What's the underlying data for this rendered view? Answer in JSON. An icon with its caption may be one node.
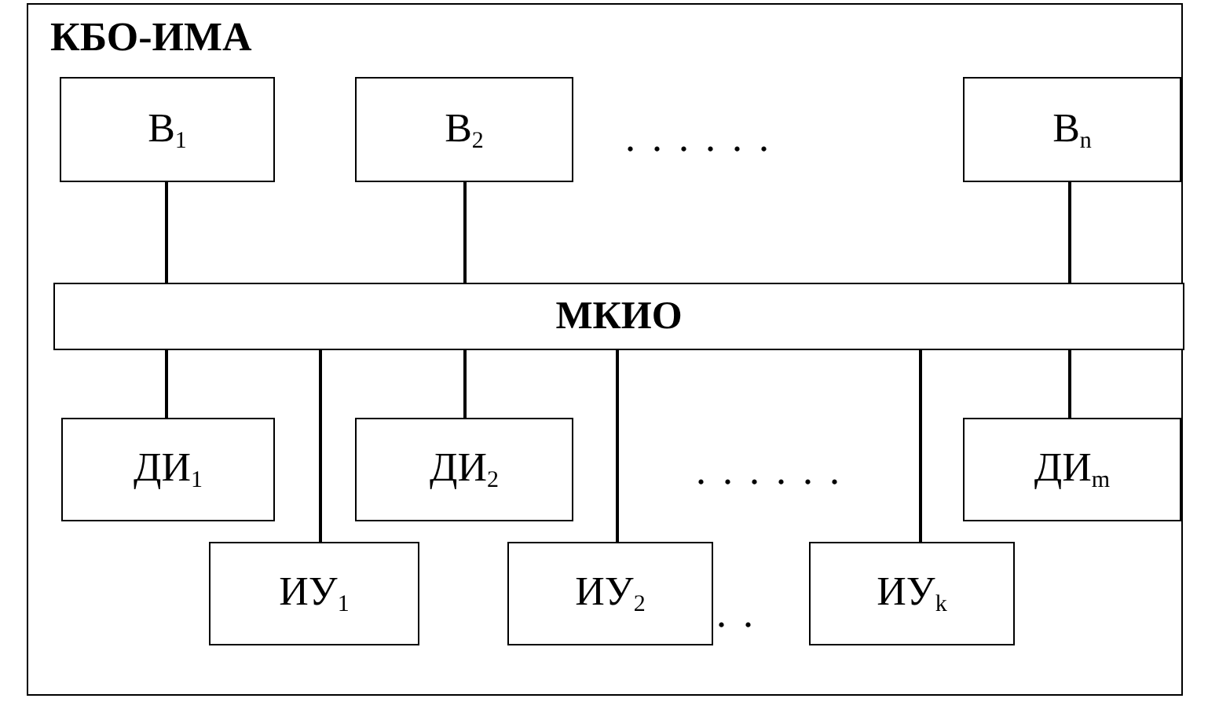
{
  "diagram": {
    "nodes": [
      {
        "text": [
          "КБО-ИМА"
        ]
      },
      {
        "text": [
          "В$_{1}$"
        ],
        "in": 0
      },
      {
        "text": [
          "В$_{2}$"
        ],
        "in": 0
      },
      {
        "text": [
          "В$_{n}$"
        ],
        "in": 0
      },
      {
        "text": [
          "МКИО"
        ],
        "in": 0
      },
      {
        "text": [
          "ДИ$_{1}$"
        ],
        "in": 0
      },
      {
        "text": [
          "ДИ$_{2}$"
        ],
        "in": 0
      },
      {
        "text": [
          "ДИ$_{m}$"
        ],
        "in": 0
      },
      {
        "text": [
          "ИУ$_{1}$"
        ],
        "in": 0
      },
      {
        "text": [
          "ИУ$_{2}$"
        ],
        "in": 0
      },
      {
        "text": [
          "ИУ$_{k}$"
        ],
        "in": 0
      }
    ],
    "edges": [
      {
        "from": 1,
        "to": 4,
        "arrow": "none"
      },
      {
        "from": 2,
        "to": 4,
        "arrow": "none"
      },
      {
        "from": 3,
        "to": 4,
        "arrow": "none"
      },
      {
        "from": 4,
        "to": 5,
        "arrow": "none"
      },
      {
        "from": 4,
        "to": 6,
        "arrow": "none"
      },
      {
        "from": 4,
        "to": 7,
        "arrow": "none"
      },
      {
        "from": 4,
        "to": 8,
        "arrow": "none"
      },
      {
        "from": 4,
        "to": 9,
        "arrow": "none"
      },
      {
        "from": 4,
        "to": 10,
        "arrow": "none"
      }
    ],
    "labels": [
      ". . . . . .",
      ". . . . . .",
      ". ."
    ]
  }
}
